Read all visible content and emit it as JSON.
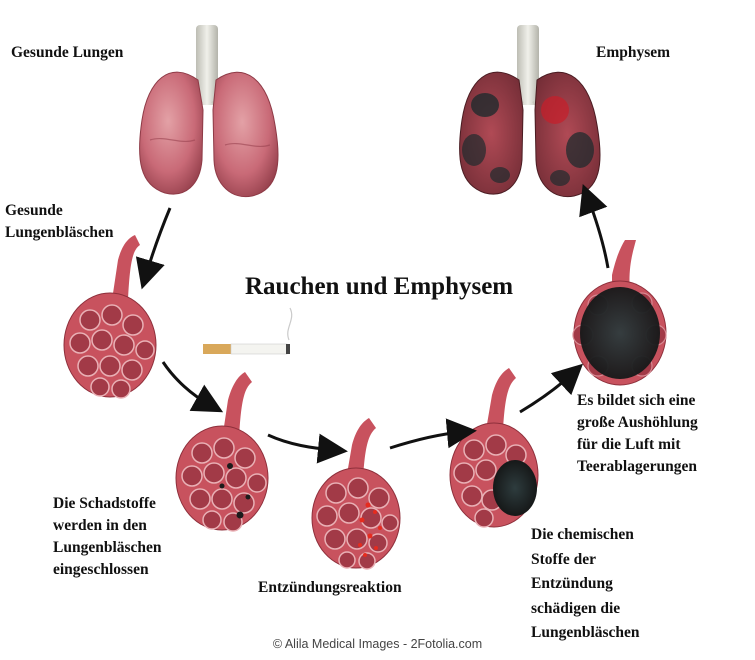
{
  "title": "Rauchen und Emphysem",
  "labels": {
    "healthy_lungs": "Gesunde Lungen",
    "emphysema": "Emphysem",
    "healthy_alveoli": [
      "Gesunde",
      "Lungenbläschen"
    ],
    "trapped": [
      "Die Schadstoffe",
      "werden in den",
      "Lungenbläschen",
      "eingeschlossen"
    ],
    "inflammation": "Entzündungsreaktion",
    "damage": [
      "Die chemischen",
      "Stoffe der",
      "Entzündung",
      "schädigen die",
      "Lungenbläschen"
    ],
    "cavity": [
      "Es bildet sich eine",
      "große Aushöhlung",
      "für die Luft mit",
      "Teerablagerungen"
    ]
  },
  "credit": "© Alila Medical Images - 2Fotolia.com",
  "colors": {
    "lung": "#c96a77",
    "lung_dark": "#8e3a46",
    "trachea": "#d9d9d2",
    "alveolus": "#c8525e",
    "alveolus_inner": "#a23a47",
    "arrow": "#111111",
    "tar": "#1b1b1b",
    "inflammation": "#e62b1e"
  },
  "icons": [
    "cigarette-icon",
    "arrow-icon"
  ]
}
